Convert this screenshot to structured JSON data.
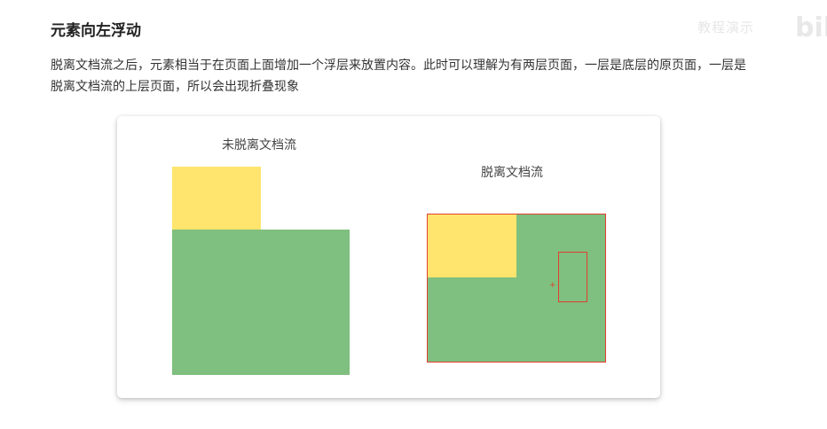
{
  "section": {
    "title": "元素向左浮动",
    "paragraph": "脱离文档流之后，元素相当于在页面上面增加一个浮层来放置内容。此时可以理解为有两层页面，一层是底层的原页面，一层是脱离文档流的上层页面，所以会出现折叠现象"
  },
  "watermark": {
    "text": "教程演示",
    "logo": "bili"
  },
  "diagram": {
    "left_caption": "未脱离文档流",
    "right_caption": "脱离文档流",
    "colors": {
      "green_box": "#7fbf7f",
      "yellow_box": "#ffe56e",
      "outline": "#e04030"
    },
    "cursor_symbol": "+"
  }
}
